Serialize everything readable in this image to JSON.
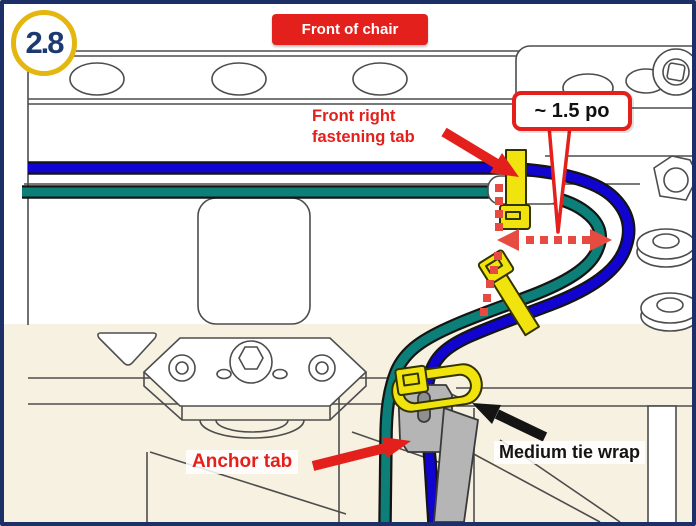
{
  "colors": {
    "border_navy": "#1c2f66",
    "accent_red": "#e3201b",
    "dotted_red": "#e64a40",
    "tab_yellow": "#f1e40e",
    "cable_blue": "#1104d1",
    "cable_teal": "#0d7f79",
    "badge_gold": "#e3b710",
    "badge_navy": "#1d3a70",
    "beige_bg": "#f7f1e1",
    "anchor_gray": "#b5b5b5",
    "arrow_black": "#141414"
  },
  "step_badge": {
    "label": "2.8"
  },
  "banner": {
    "label": "Front of chair"
  },
  "measurement_callout": {
    "label": "~ 1.5 po"
  },
  "labels": {
    "fastening_tab": "Front right\nfastening tab",
    "anchor_tab": "Anchor tab",
    "tie_wrap": "Medium tie wrap"
  },
  "icons": {
    "fastening_tab_arrow": "red-arrow-down-right",
    "anchor_tab_arrow": "red-arrow-right",
    "tie_wrap_arrow": "black-arrow-up-left",
    "measurement_arrows": "red-dotted-double-arrow"
  }
}
